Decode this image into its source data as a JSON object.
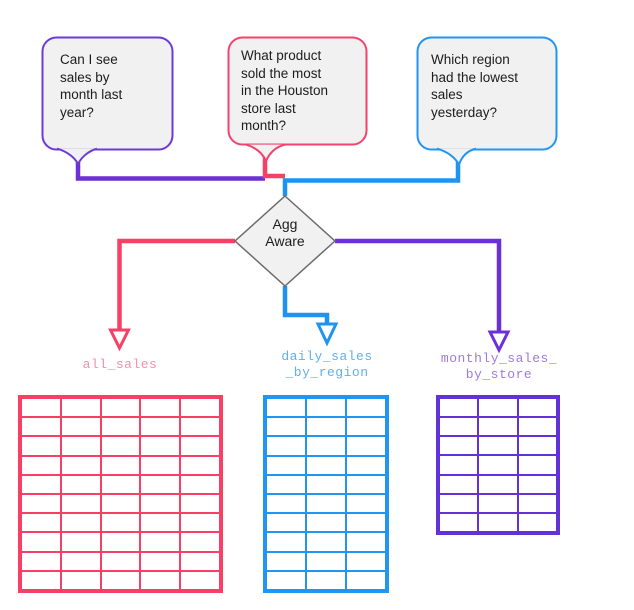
{
  "bubbles": [
    {
      "text": "Can I see\nsales by\nmonth last\nyear?",
      "border_color": "#6d3ad8"
    },
    {
      "text": "What product\nsold the most\nin the Houston\nstore last\nmonth?",
      "border_color": "#f4426e"
    },
    {
      "text": "Which region\nhad the lowest\nsales\nyesterday?",
      "border_color": "#2095f2"
    }
  ],
  "diamond": {
    "label": "Agg\nAware",
    "fill": "#f1f1f1",
    "border_color": "#6b6b6b"
  },
  "tables": [
    {
      "label": "all_sales",
      "color": "#f83f66",
      "label_color": "#f48fab",
      "rows": 10,
      "cols": 5
    },
    {
      "label": "daily_sales\n_by_region",
      "color": "#2095f2",
      "label_color": "#5fb0ef",
      "rows": 10,
      "cols": 3
    },
    {
      "label": "monthly_sales_\nby_store",
      "color": "#6232d8",
      "label_color": "#9d7be4",
      "rows": 7,
      "cols": 3
    }
  ],
  "colors": {
    "purple": "#6d2fd6",
    "pink": "#f83f66",
    "blue": "#1e94f0",
    "bubble_fill": "#f1f1f1",
    "arrow_fill": "#ffffff",
    "text": "#1c1c1c",
    "background": "#ffffff"
  }
}
